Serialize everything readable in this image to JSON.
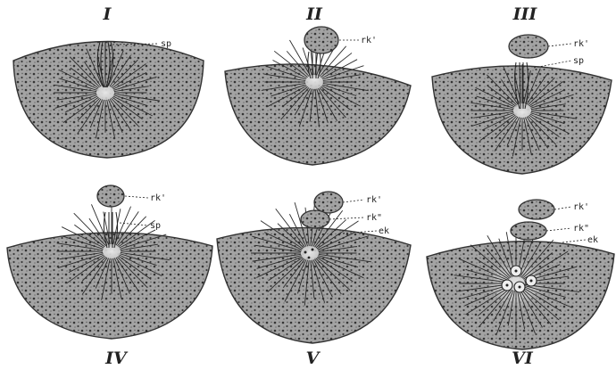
{
  "figure": {
    "colors": {
      "ink": "#222222",
      "cell_fill": "#9c9c9c",
      "aster": "#d8d8d8",
      "paper": "#ffffff"
    },
    "panels": [
      {
        "numeral": "I",
        "labels": [
          "sp"
        ]
      },
      {
        "numeral": "II",
        "labels": [
          "rk'"
        ]
      },
      {
        "numeral": "III",
        "labels": [
          "rk'",
          "sp"
        ]
      },
      {
        "numeral": "IV",
        "labels": [
          "rk'",
          "sp"
        ]
      },
      {
        "numeral": "V",
        "labels": [
          "rk'",
          "rk\"",
          "ek"
        ]
      },
      {
        "numeral": "VI",
        "labels": [
          "rk'",
          "rk\"",
          "ek"
        ]
      }
    ]
  }
}
